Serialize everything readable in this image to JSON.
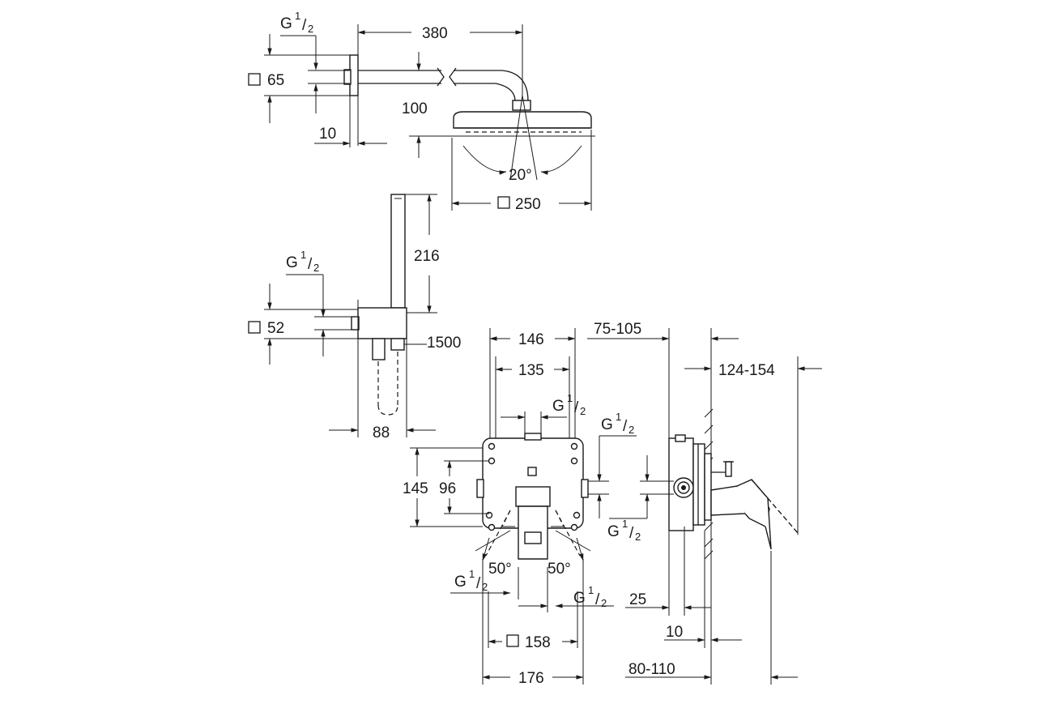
{
  "colors": {
    "line": "#1a1a1a",
    "background": "#ffffff"
  },
  "thread_label": {
    "letter": "G",
    "numerator": "1",
    "slash": "/",
    "denominator": "2"
  },
  "dimensions": {
    "top_length": "380",
    "flange_square": "65",
    "wall_offset": "10",
    "head_drop": "100",
    "spray_angle": "20°",
    "head_square": "250",
    "handshower_height": "216",
    "holder_square": "52",
    "hose_length": "1500",
    "holder_depth": "88",
    "body_width": "146",
    "body_inner_width": "135",
    "body_height": "145",
    "body_inner_height": "96",
    "angle_left": "50°",
    "angle_right": "50°",
    "cover_square": "158",
    "cover_width": "176",
    "install_depth": "75-105",
    "handle_projection": "124-154",
    "plaster_offset": "25",
    "wall_thickness": "10",
    "install_range": "80-110"
  }
}
